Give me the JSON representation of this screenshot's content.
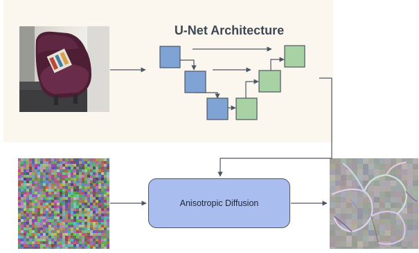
{
  "diagram": {
    "title": "U-Net Architecture",
    "process_label": "Anisotropic Diffusion"
  },
  "images": {
    "input": "chair-photo",
    "noise": "noise-image",
    "output": "denoised-output-image"
  },
  "colors": {
    "encoder_block": "#7fa3d4",
    "decoder_block": "#a8d2a3",
    "process_box": "#a9bdee",
    "panel_background": "#fbf7ef",
    "line": "#4d5563"
  }
}
